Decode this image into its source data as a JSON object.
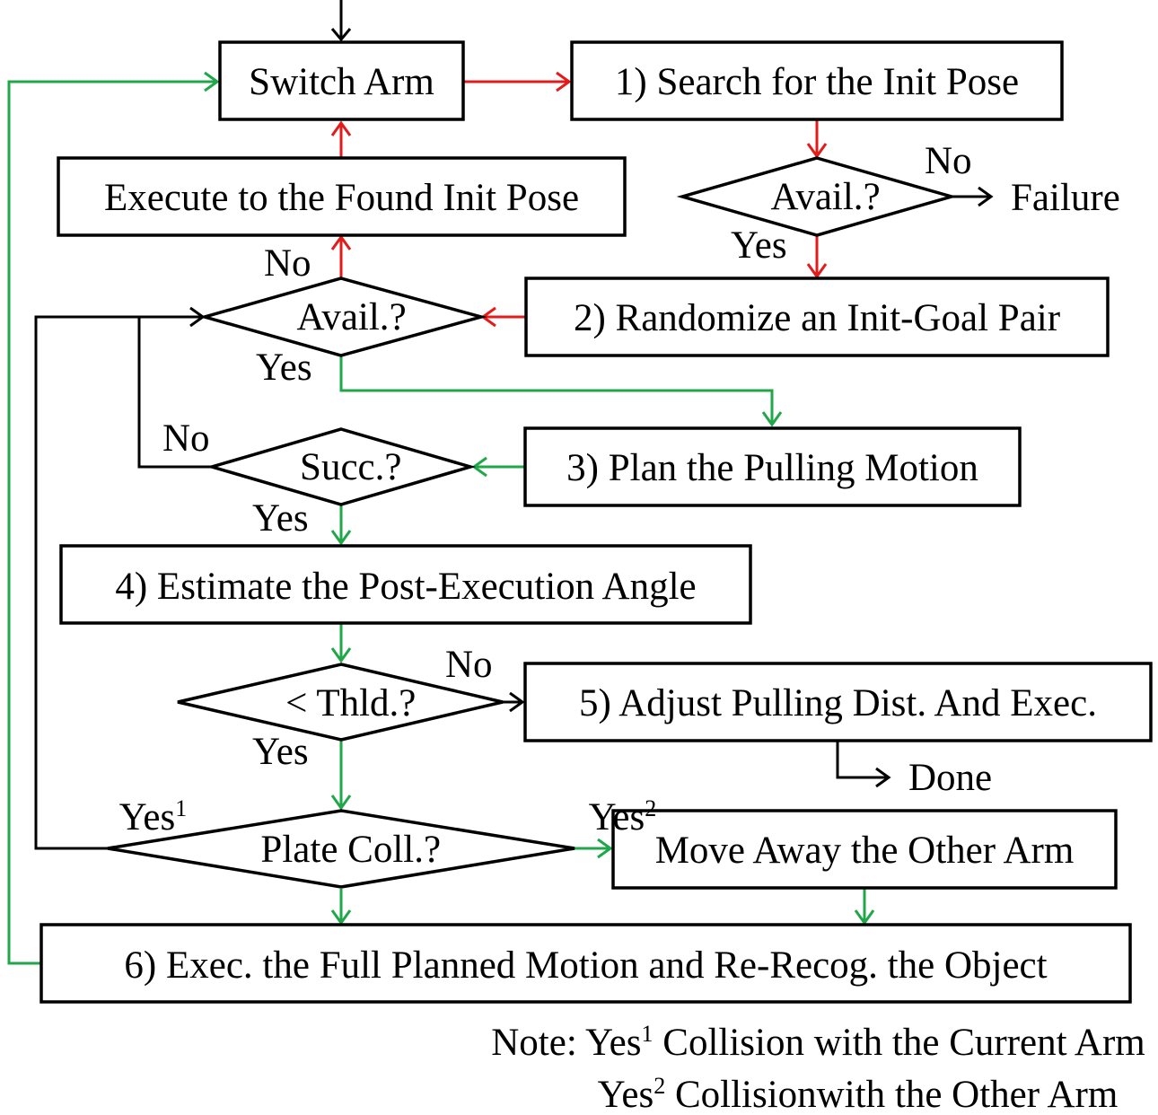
{
  "colors": {
    "red_flow": "#e31b1b",
    "green_flow": "#1fa74a",
    "black_flow": "#000000"
  },
  "boxes": {
    "switch_arm": "Switch Arm",
    "search_init_pose": "1) Search for the Init Pose",
    "execute_init_pose": "Execute to the Found Init Pose",
    "randomize_pair": "2) Randomize an Init-Goal Pair",
    "plan_pulling": "3) Plan the Pulling Motion",
    "estimate_angle": "4) Estimate the Post-Execution Angle",
    "adjust_pulling": "5) Adjust Pulling Dist. And Exec.",
    "move_away": "Move Away the Other Arm",
    "exec_full": "6) Exec. the Full Planned Motion and Re-Recog. the Object"
  },
  "decisions": {
    "avail_1": {
      "word": "Avail.",
      "q": "?"
    },
    "avail_2": {
      "word": "Avail.",
      "q": "?"
    },
    "succ": {
      "word": "Succ.",
      "q": "?"
    },
    "thld": {
      "pre": "< ",
      "word": "Thld.",
      "q": "?"
    },
    "plate_coll": {
      "word": "Plate Coll.",
      "q": "?"
    }
  },
  "labels": {
    "no": "No",
    "yes": "Yes",
    "failure": "Failure",
    "done": "Done",
    "sup1": "1",
    "sup2": "2"
  },
  "note": {
    "prefix": "Note: ",
    "line1_word": "Yes",
    "line1_sup": "1",
    "line1_text": " Collision with the Current Arm",
    "line2_word": "Yes",
    "line2_sup": "2",
    "line2_text": " Collisionwith the Other Arm"
  }
}
